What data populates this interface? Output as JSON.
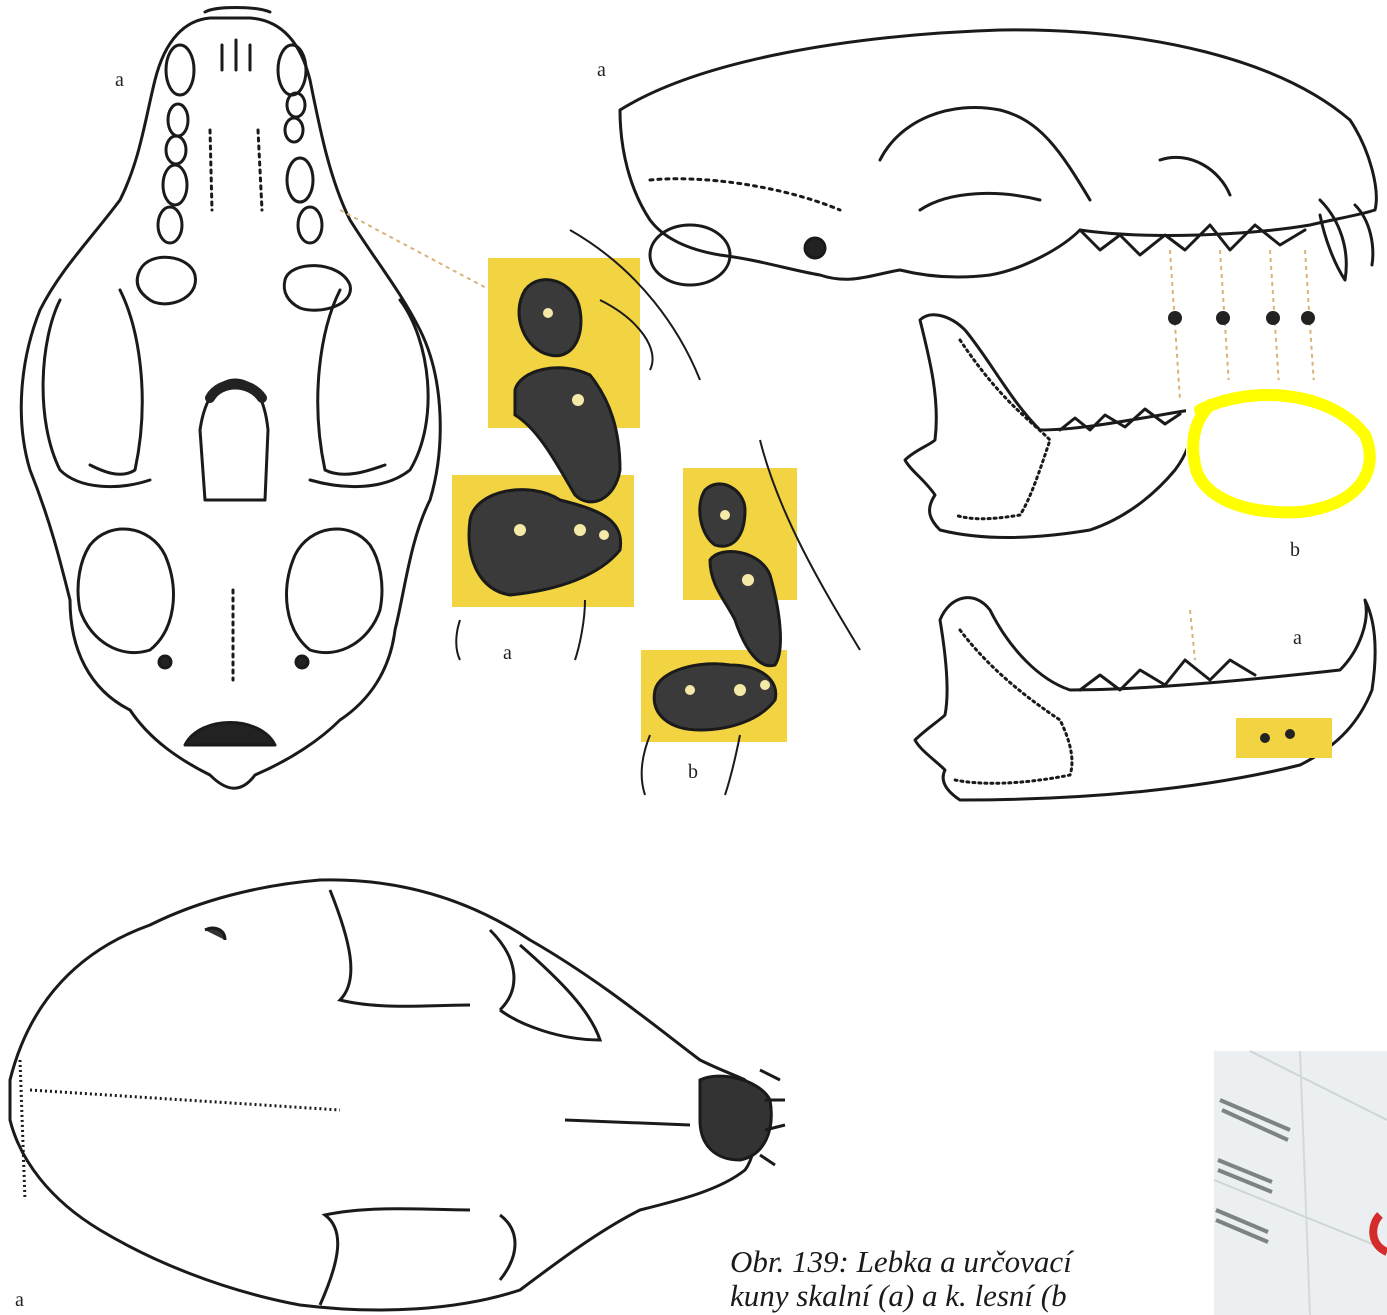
{
  "labels": {
    "skull_dorsal_top_left": "a",
    "skull_lateral": "a",
    "teeth_group_a": "a",
    "teeth_group_b": "b",
    "mandible_upper": "b",
    "mandible_lower": "a",
    "skull_bottom": "a"
  },
  "caption": {
    "line1": "Obr. 139: Lebka a určovací",
    "line2": "kuny skalní (a) a k. lesní (b"
  },
  "colors": {
    "highlight_box": "#f2d341",
    "circle_annotation": "#ffff00",
    "ink": "#1a1a1a"
  }
}
